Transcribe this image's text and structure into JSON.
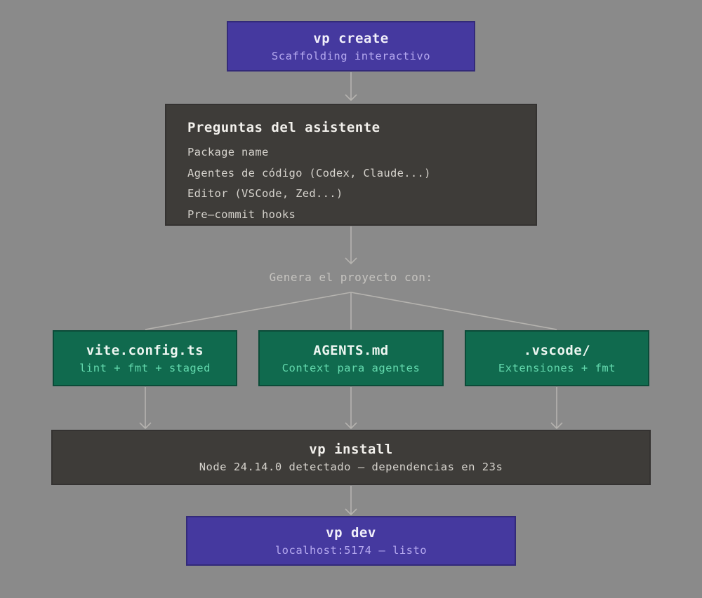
{
  "diagram": {
    "background_color": "#8a8a8a",
    "connector_color": "#b5b3af",
    "accent_colors": {
      "purple_fill": "#45399f",
      "purple_border": "#332a79",
      "purple_subtitle": "#b5a9ef",
      "dark_fill": "#3e3c39",
      "green_fill": "#106a4e",
      "green_border": "#0b4b38",
      "green_subtitle": "#63d9ad"
    },
    "nodes": {
      "create": {
        "title": "vp create",
        "subtitle": "Scaffolding interactivo"
      },
      "wizard": {
        "title": "Preguntas del asistente",
        "items": [
          "Package name",
          "Agentes de código (Codex, Claude...)",
          "Editor (VSCode, Zed...)",
          "Pre—commit hooks"
        ]
      },
      "generate_label": "Genera el proyecto con:",
      "outputs": [
        {
          "title": "vite.config.ts",
          "subtitle": "lint + fmt + staged"
        },
        {
          "title": "AGENTS.md",
          "subtitle": "Context para agentes"
        },
        {
          "title": ".vscode/",
          "subtitle": "Extensiones + fmt"
        }
      ],
      "install": {
        "title": "vp install",
        "subtitle": "Node 24.14.0 detectado — dependencias en 23s"
      },
      "dev": {
        "title": "vp dev",
        "subtitle": "localhost:5174 — listo"
      }
    }
  }
}
